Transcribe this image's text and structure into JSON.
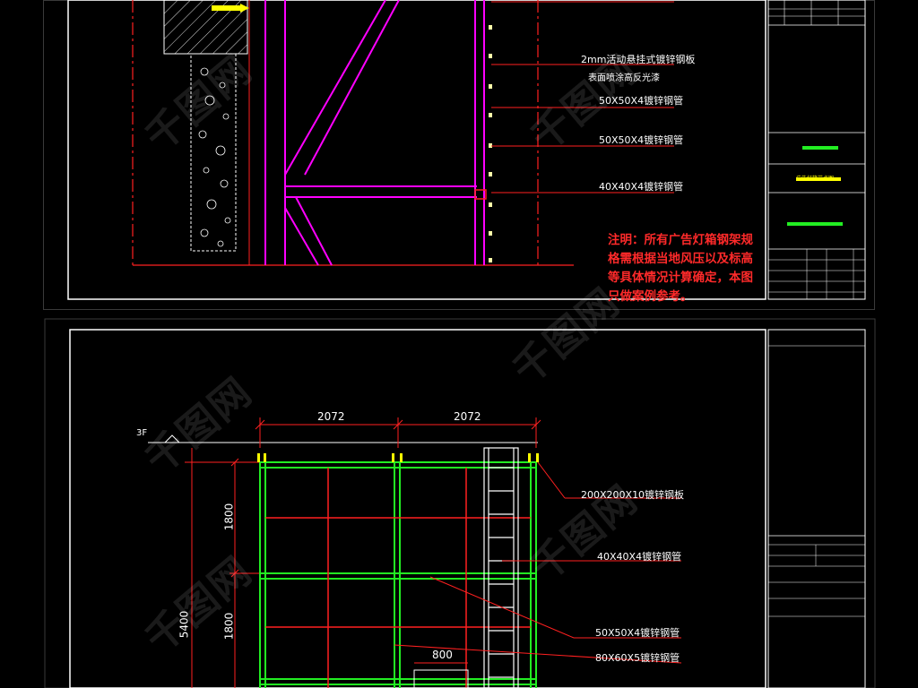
{
  "top_drawing": {
    "labels": {
      "plate": "2mm活动悬挂式镀锌钢板",
      "coating": "表面喷涂高反光漆",
      "pipe1": "50X50X4镀锌钢管",
      "pipe2": "50X50X4镀锌钢管",
      "pipe3": "40X40X4镀锌钢管"
    },
    "note": "注明：所有广告灯箱钢架规格需根据当地风压以及标高等具体情况计算确定，本图只做案例参考。",
    "title_block": {
      "project": "广告灯箱节点图"
    }
  },
  "bottom_drawing": {
    "level": "3F",
    "dim_top_left": "2072",
    "dim_top_right": "2072",
    "dim_height_total": "5400",
    "dim_height_1": "1800",
    "dim_height_2": "1800",
    "dim_door": "800",
    "labels": {
      "plate": "200X200X10镀锌钢板",
      "pipe1": "40X40X4镀锌钢管",
      "pipe2": "50X50X4镀锌钢管",
      "pipe3": "80X60X5镀锌钢管"
    }
  },
  "colors": {
    "magenta": "#ff00ff",
    "red": "#ff2020",
    "green": "#22ee22",
    "white": "#ffffff",
    "yellow": "#ffff00"
  }
}
